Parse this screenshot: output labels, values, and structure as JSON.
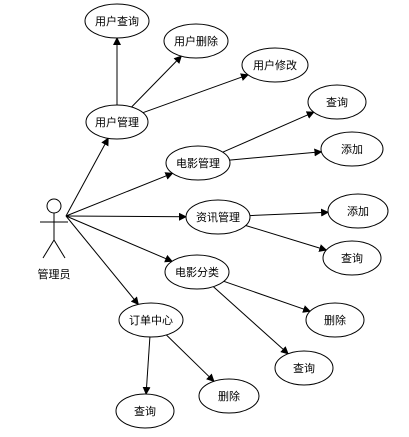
{
  "actor": {
    "id": "admin",
    "label": "管理员"
  },
  "use_cases": [
    {
      "id": "user_query",
      "label": "用户查询"
    },
    {
      "id": "user_delete",
      "label": "用户删除"
    },
    {
      "id": "user_edit",
      "label": "用户修改"
    },
    {
      "id": "user_mgmt",
      "label": "用户管理"
    },
    {
      "id": "movie_mgmt",
      "label": "电影管理"
    },
    {
      "id": "mm_query",
      "label": "查询"
    },
    {
      "id": "mm_add",
      "label": "添加"
    },
    {
      "id": "news_mgmt",
      "label": "资讯管理"
    },
    {
      "id": "nm_add",
      "label": "添加"
    },
    {
      "id": "nm_query",
      "label": "查询"
    },
    {
      "id": "movie_cat",
      "label": "电影分类"
    },
    {
      "id": "mc_delete",
      "label": "删除"
    },
    {
      "id": "mc_query",
      "label": "查询"
    },
    {
      "id": "order_center",
      "label": "订单中心"
    },
    {
      "id": "oc_query",
      "label": "查询"
    },
    {
      "id": "oc_delete",
      "label": "删除"
    }
  ],
  "relations": [
    {
      "from": "admin",
      "to": "user_mgmt"
    },
    {
      "from": "admin",
      "to": "movie_mgmt"
    },
    {
      "from": "admin",
      "to": "news_mgmt"
    },
    {
      "from": "admin",
      "to": "movie_cat"
    },
    {
      "from": "admin",
      "to": "order_center"
    },
    {
      "from": "user_mgmt",
      "to": "user_query"
    },
    {
      "from": "user_mgmt",
      "to": "user_delete"
    },
    {
      "from": "user_mgmt",
      "to": "user_edit"
    },
    {
      "from": "movie_mgmt",
      "to": "mm_query"
    },
    {
      "from": "movie_mgmt",
      "to": "mm_add"
    },
    {
      "from": "news_mgmt",
      "to": "nm_add"
    },
    {
      "from": "news_mgmt",
      "to": "nm_query"
    },
    {
      "from": "movie_cat",
      "to": "mc_delete"
    },
    {
      "from": "movie_cat",
      "to": "mc_query"
    },
    {
      "from": "order_center",
      "to": "oc_query"
    },
    {
      "from": "order_center",
      "to": "oc_delete"
    }
  ]
}
